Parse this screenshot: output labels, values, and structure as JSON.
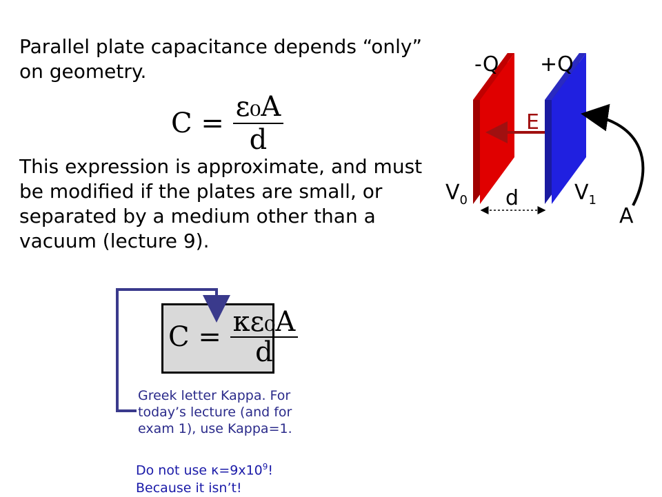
{
  "heading": "Parallel plate capacitance depends “only” on geometry.",
  "formula1": {
    "lhs": "C =",
    "num": "ε₀A",
    "den": "d"
  },
  "paragraph": "This expression is approximate, and must be modified if the plates are small, or separated by a medium other than a vacuum (lecture 9).",
  "diagram": {
    "neg_label": "-Q",
    "pos_label": "+Q",
    "field_label": "E",
    "v0_main": "V",
    "v0_sub": "0",
    "v1_main": "V",
    "v1_sub": "1",
    "d_label": "d",
    "a_label": "A",
    "colors": {
      "neg_plate": "#e00000",
      "pos_plate": "#2020e0",
      "field": "#a01010"
    }
  },
  "formula2": {
    "lhs": "C =",
    "num": "κε₀A",
    "den": "d"
  },
  "note": "Greek letter Kappa. For today’s lecture (and for exam 1), use Kappa=1.",
  "warning": {
    "line1_before": "Do not use ",
    "kappa": "κ",
    "line1_after": "=9x10",
    "exponent": "9",
    "line1_end": "!",
    "line2": "Because it isn’t!"
  }
}
